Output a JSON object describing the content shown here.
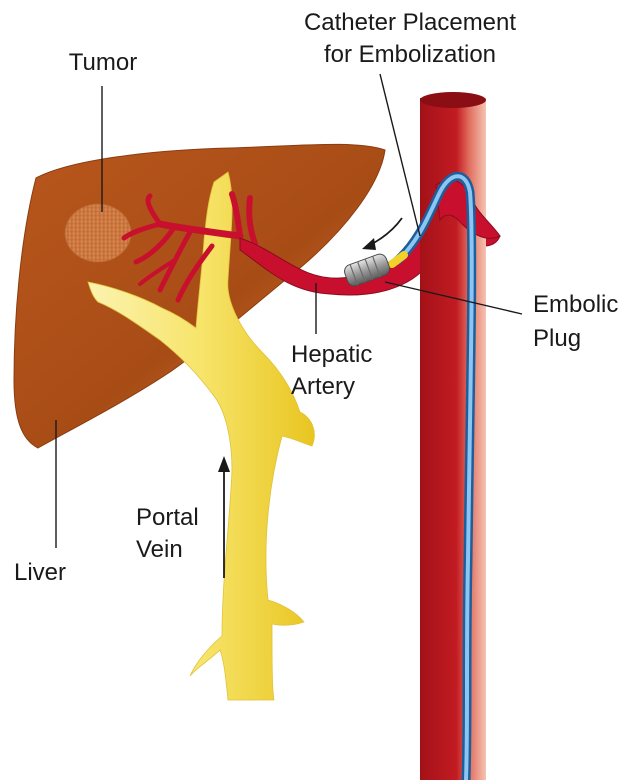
{
  "labels": {
    "catheter_line1": "Catheter Placement",
    "catheter_line2": "for Embolization",
    "tumor": "Tumor",
    "embolic_line1": "Embolic",
    "embolic_line2": "Plug",
    "hepatic_line1": "Hepatic",
    "hepatic_line2": "Artery",
    "portal_line1": "Portal",
    "portal_line2": "Vein",
    "liver": "Liver"
  },
  "colors": {
    "liver": "#b3531a",
    "liver_highlight": "#d9822e",
    "portal_vein": "#f4de3a",
    "portal_vein_light": "#fbf3b0",
    "hepatic_artery": "#c8102e",
    "aorta": "#b3151b",
    "aorta_edge": "#f2b8a6",
    "catheter": "#3a8fd9",
    "plug": "#9a9a9a",
    "tumor": "#d98a52"
  }
}
